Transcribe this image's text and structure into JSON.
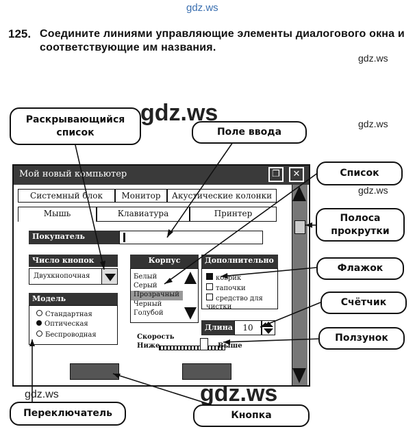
{
  "watermarks": [
    "gdz.ws",
    "gdz.ws",
    "gdz.ws",
    "gdz.ws",
    "gdz.ws",
    "gdz.ws",
    "gdz.ws"
  ],
  "task": {
    "number": "125.",
    "text": "Соедините линиями управляющие элементы диалогового окна и соответствующие им названия."
  },
  "callouts": {
    "dropdown": "Раскрывающийся список",
    "input": "Поле ввода",
    "list": "Список",
    "scrollbar": "Полоса прокрутки",
    "checkbox": "Флажок",
    "counter": "Счётчик",
    "slider": "Ползунок",
    "radio": "Переключатель",
    "button": "Кнопка"
  },
  "window": {
    "title": "Мой новый компьютер",
    "maximize_glyph": "❐",
    "close_glyph": "✕",
    "tabs_row1": [
      "Системный блок",
      "Монитор",
      "Акустические колонки"
    ],
    "tabs_row2": [
      "Мышь",
      "Клавиатура",
      "Принтер"
    ],
    "buyer_label": "Покупатель",
    "buttons_label": "Число кнопок",
    "buttons_value": "Двухкнопочная",
    "model_label": "Модель",
    "model_options": [
      "Стандартная",
      "Оптическая",
      "Беспроводная"
    ],
    "case_label": "Корпус",
    "case_items": [
      "Белый",
      "Серый",
      "Прозрачный",
      "Черный",
      "Голубой"
    ],
    "extra_label": "Дополнительно",
    "extra_items": [
      "коврик",
      "тапочки",
      "средство для чистки"
    ],
    "length_label": "Длина",
    "length_value": "10",
    "speed_label": "Скорость",
    "speed_low": "Ниже",
    "speed_high": "Выше"
  }
}
